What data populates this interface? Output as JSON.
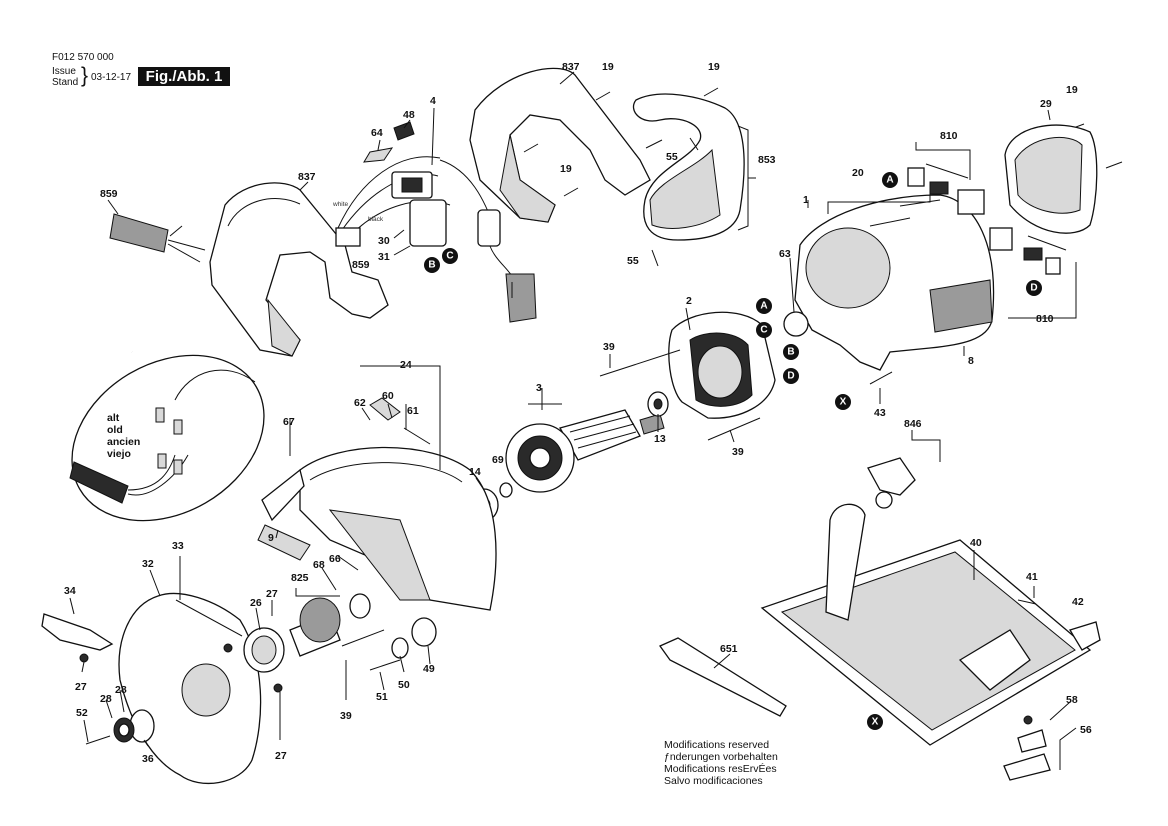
{
  "header": {
    "part_number": "F012 570 000",
    "issue_label": "Issue",
    "stand_label": "Stand",
    "brace": "}",
    "date": "03-12-17",
    "figure": "Fig./Abb. 1"
  },
  "wire_labels": {
    "white": "white",
    "black": "black"
  },
  "alt_labels": [
    "alt",
    "old",
    "ancien",
    "viejo"
  ],
  "markers": [
    "A",
    "B",
    "C",
    "D",
    "X"
  ],
  "part_labels": [
    "859",
    "837",
    "64",
    "48",
    "4",
    "30",
    "31",
    "859",
    "837",
    "19",
    "19",
    "19",
    "55",
    "55",
    "853",
    "20",
    "810",
    "29",
    "19",
    "1",
    "63",
    "8",
    "810",
    "2",
    "39",
    "39",
    "3",
    "13",
    "14",
    "69",
    "43",
    "846",
    "40",
    "41",
    "42",
    "58",
    "56",
    "651",
    "67",
    "62",
    "60",
    "24",
    "61",
    "9",
    "66",
    "68",
    "825",
    "27",
    "26",
    "32",
    "33",
    "34",
    "27",
    "28",
    "28",
    "52",
    "36",
    "27",
    "39",
    "51",
    "50",
    "49"
  ],
  "modifications": [
    "Modifications reserved",
    "ƒnderungen vorbehalten",
    "Modifications resErvÉes",
    "Salvo modificaciones"
  ]
}
